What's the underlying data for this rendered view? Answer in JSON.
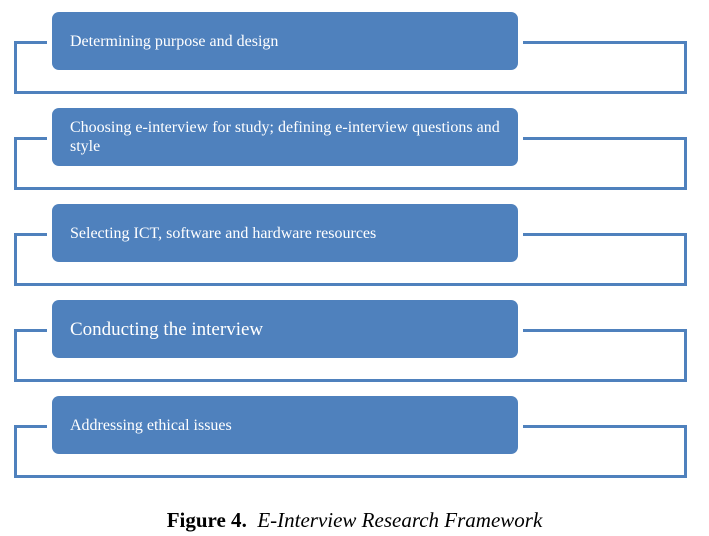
{
  "diagram": {
    "colors": {
      "box_fill": "#4f81bd",
      "frame_stroke": "#4f81bd",
      "box_text": "#ffffff"
    },
    "steps": [
      {
        "label": "Determining purpose and design"
      },
      {
        "label": "Choosing e-interview for study; defining e-interview questions and style"
      },
      {
        "label": "Selecting ICT, software and hardware resources"
      },
      {
        "label": "Conducting the interview"
      },
      {
        "label": "Addressing ethical issues"
      }
    ]
  },
  "caption": {
    "number": "Figure 4",
    "separator": ".",
    "title": "E-Interview Research Framework"
  }
}
